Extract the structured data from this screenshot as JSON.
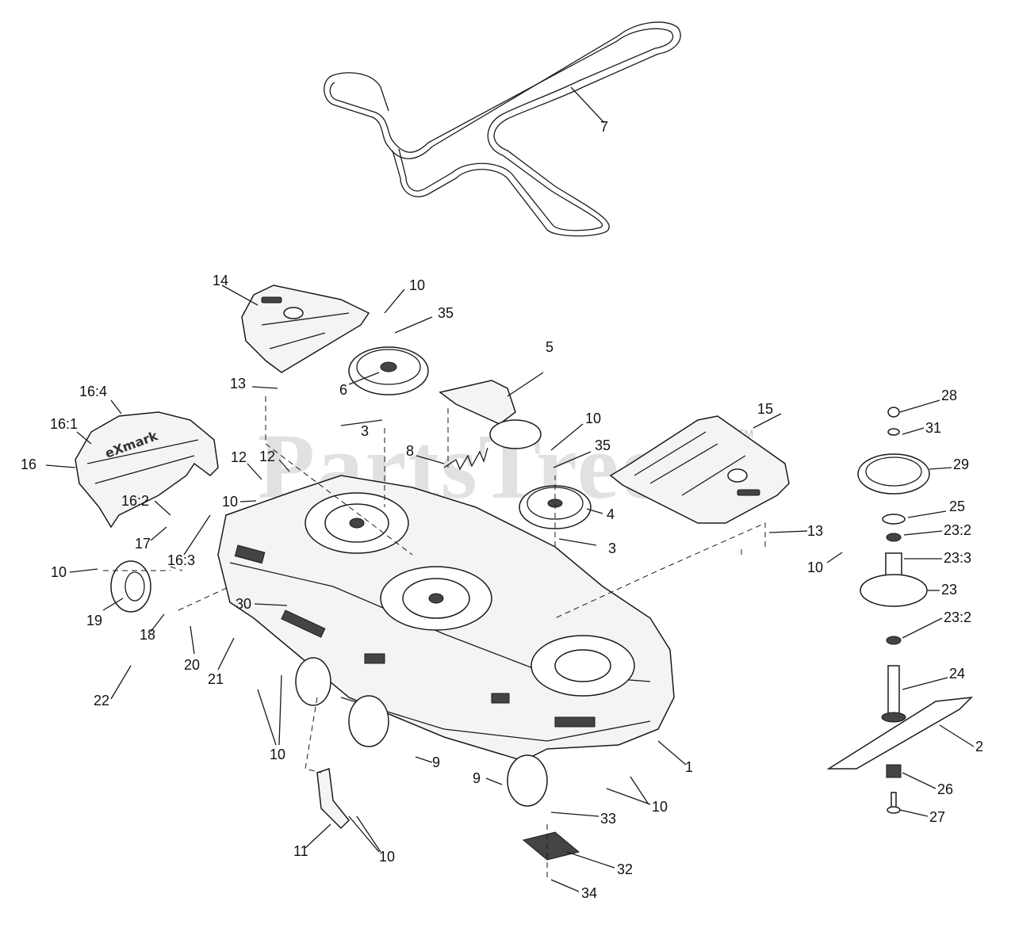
{
  "watermark": {
    "text": "PartsTree",
    "tm": "TM"
  },
  "callouts": {
    "c1": "1",
    "c2": "2",
    "c3a": "3",
    "c3b": "3",
    "c4": "4",
    "c5": "5",
    "c6": "6",
    "c7": "7",
    "c8": "8",
    "c9a": "9",
    "c9b": "9",
    "c10a": "10",
    "c10b": "10",
    "c10c": "10",
    "c10d": "10",
    "c10e": "10",
    "c10f": "10",
    "c10g": "10",
    "c10h": "10",
    "c11": "11",
    "c12a": "12",
    "c12b": "12",
    "c13a": "13",
    "c13b": "13",
    "c14": "14",
    "c15": "15",
    "c16": "16",
    "c16_1": "16:1",
    "c16_2": "16:2",
    "c16_3": "16:3",
    "c16_4": "16:4",
    "c17": "17",
    "c18": "18",
    "c19": "19",
    "c20": "20",
    "c21": "21",
    "c22": "22",
    "c23": "23",
    "c23_2a": "23:2",
    "c23_2b": "23:2",
    "c23_3": "23:3",
    "c24": "24",
    "c25": "25",
    "c26": "26",
    "c27": "27",
    "c28": "28",
    "c29": "29",
    "c30": "30",
    "c31": "31",
    "c32": "32",
    "c33": "33",
    "c34": "34",
    "c35a": "35",
    "c35b": "35"
  }
}
